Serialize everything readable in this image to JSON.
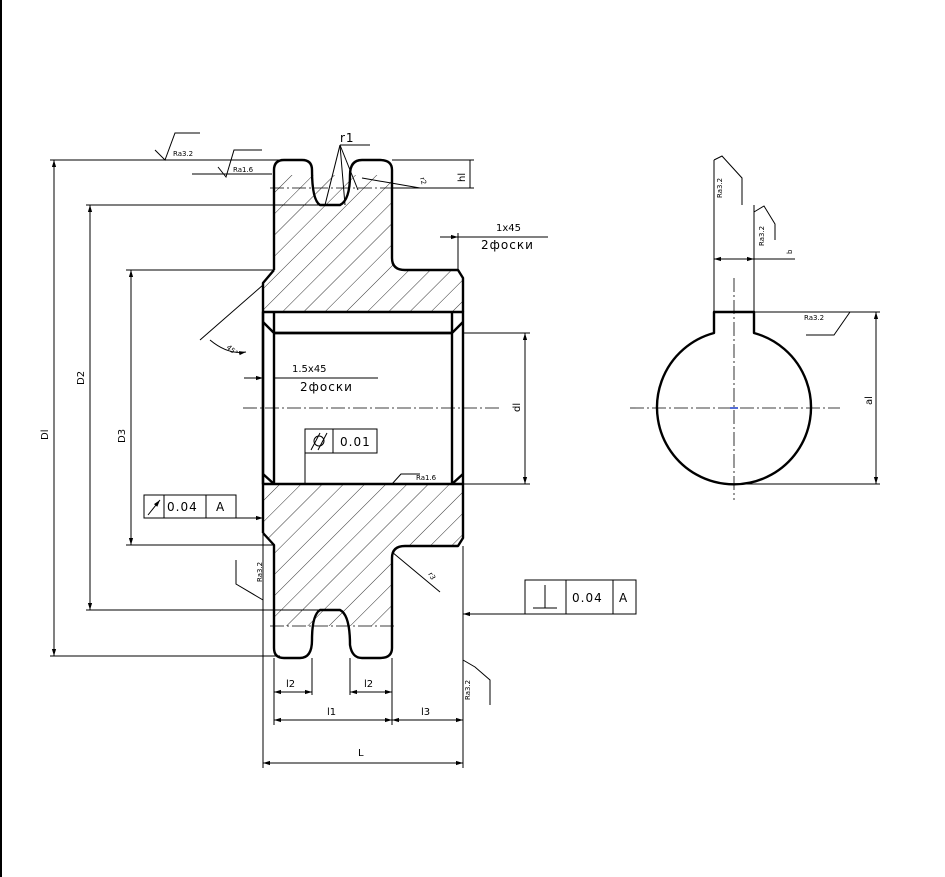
{
  "dimensions": {
    "Dl": "Dl",
    "D2": "D2",
    "D3": "D3",
    "dl": "dl",
    "hl": "hl",
    "l1": "l1",
    "l2_left": "l2",
    "l2_right": "l2",
    "l3": "l3",
    "L": "L",
    "al": "al",
    "b": "b",
    "r1": "r1",
    "r2": "r2",
    "r3": "r3",
    "angle45": "45°"
  },
  "chamfers": {
    "top_size": "1x45",
    "top_count": "2фоски",
    "bore_size": "1.5x45",
    "bore_count": "2фоски"
  },
  "roughness": {
    "top_left": "Ra3.2",
    "tooth_tip": "Ra1.6",
    "bore": "Ra1.6",
    "flank_left": "Ra3.2",
    "right_face": "Ra3.2",
    "key_top": "Ra3.2",
    "key_side": "Ra3.2",
    "key_right": "Ra3.2"
  },
  "tolerances": {
    "runout_value": "0.04",
    "runout_datum": "A",
    "cyl_value": "0.01",
    "perp_value": "0.04",
    "perp_datum": "A"
  },
  "colors": {
    "line": "#000000",
    "center_mark": "#1a3cc8",
    "background": "#ffffff"
  }
}
